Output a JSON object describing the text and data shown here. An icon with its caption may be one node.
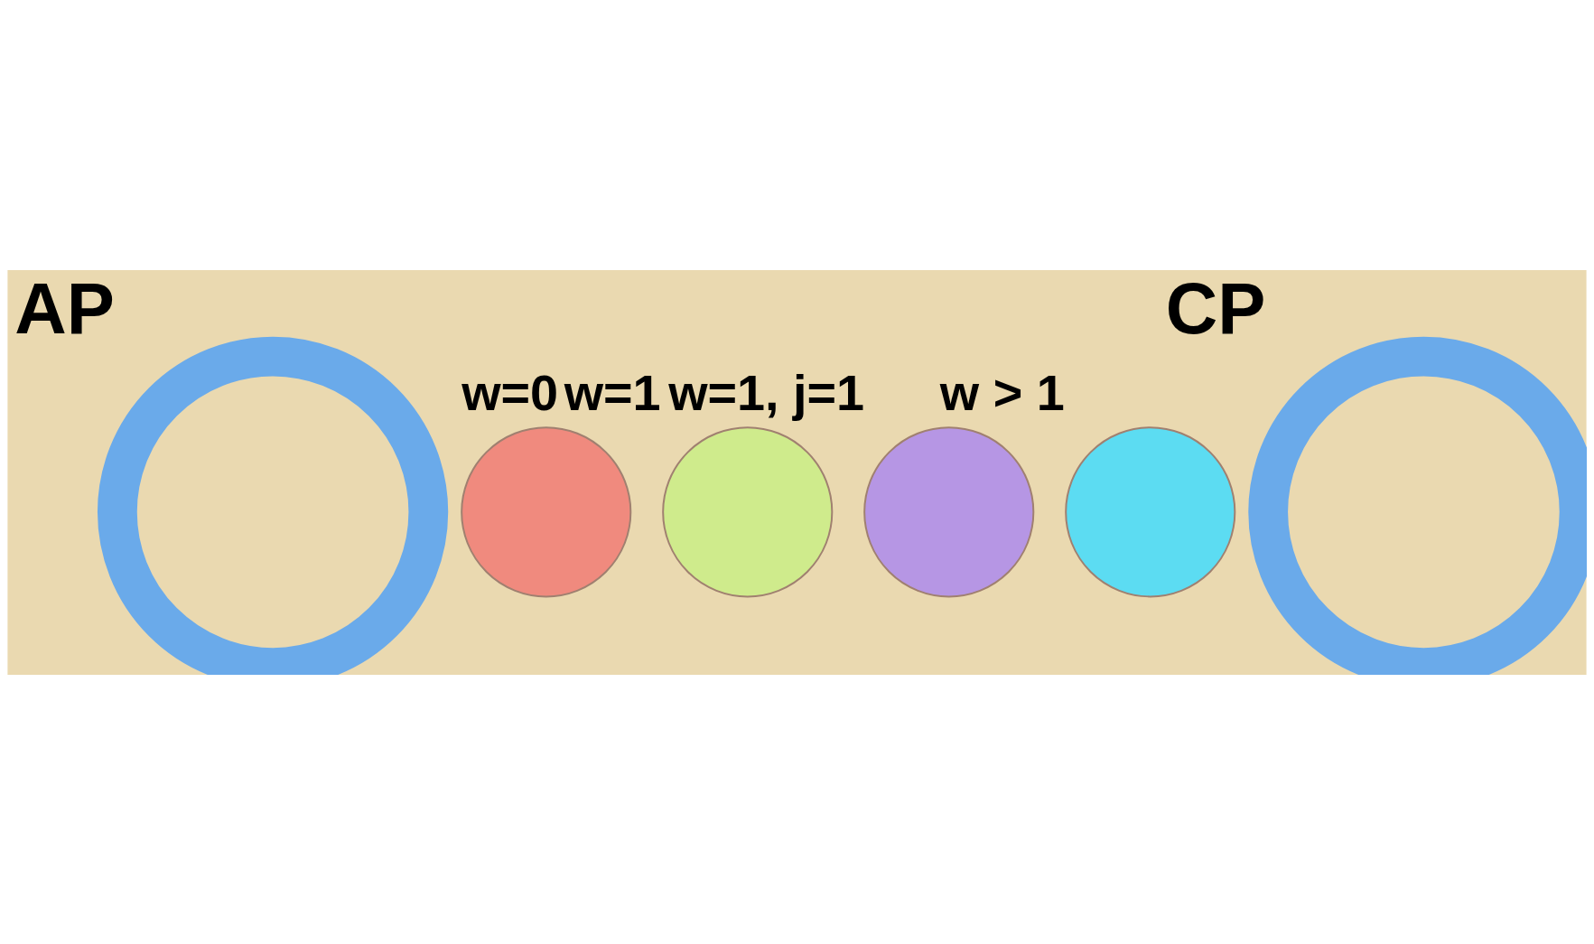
{
  "diagram": {
    "nodes": [
      {
        "text": [],
        "shape": "circle",
        "beside": [
          "AP"
        ]
      },
      {
        "text": [],
        "shape": "circle",
        "beside": [
          "w=0"
        ]
      },
      {
        "text": [],
        "shape": "circle",
        "beside": [
          "w=1"
        ]
      },
      {
        "text": [],
        "shape": "circle",
        "beside": [
          "w=1, j=1"
        ]
      },
      {
        "text": [],
        "shape": "circle",
        "beside": [
          "w > 1"
        ]
      },
      {
        "text": [],
        "shape": "circle",
        "beside": [
          "CP"
        ]
      }
    ],
    "edges": []
  }
}
